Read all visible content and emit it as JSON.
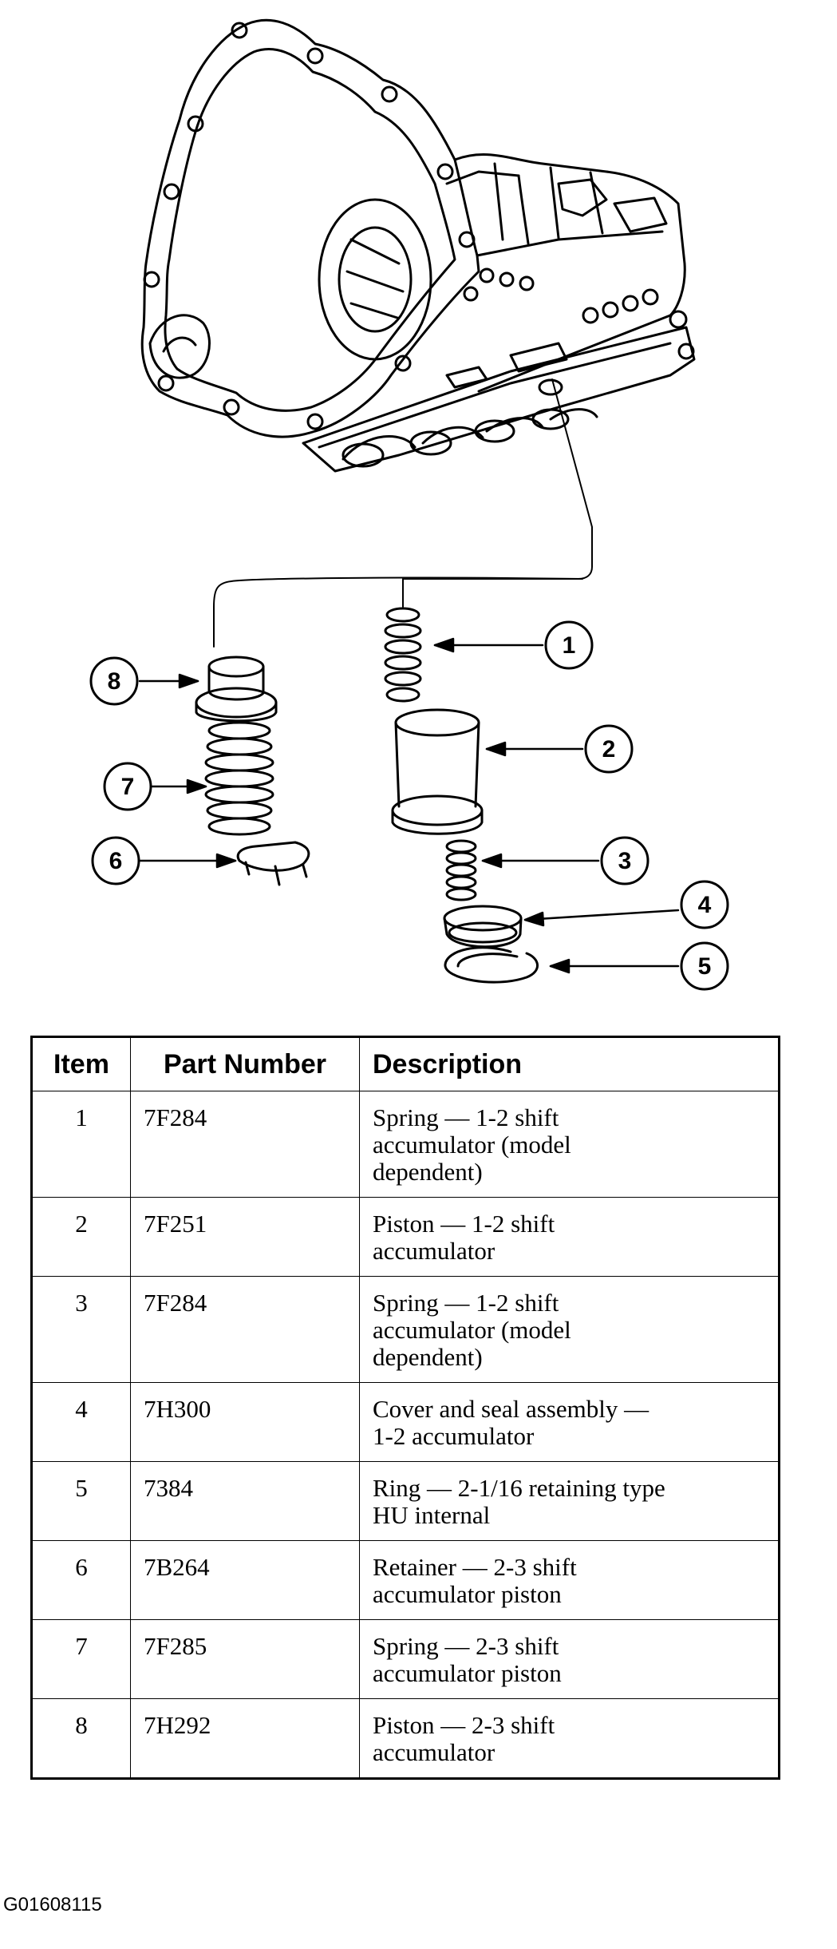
{
  "diagram": {
    "callouts": [
      "1",
      "2",
      "3",
      "4",
      "5",
      "6",
      "7",
      "8"
    ]
  },
  "table": {
    "headers": {
      "item": "Item",
      "part_number": "Part Number",
      "description": "Description"
    },
    "rows": [
      {
        "item": "1",
        "part_number": "7F284",
        "description_lines": [
          "Spring — 1-2 shift",
          "accumulator (model",
          "dependent)"
        ]
      },
      {
        "item": "2",
        "part_number": "7F251",
        "description_lines": [
          "Piston — 1-2 shift",
          "accumulator"
        ]
      },
      {
        "item": "3",
        "part_number": "7F284",
        "description_lines": [
          "Spring — 1-2 shift",
          "accumulator (model",
          "dependent)"
        ]
      },
      {
        "item": "4",
        "part_number": "7H300",
        "description_lines": [
          "Cover and seal assembly —",
          "1-2 accumulator"
        ]
      },
      {
        "item": "5",
        "part_number": "7384",
        "description_lines": [
          "Ring — 2-1/16 retaining type",
          "HU internal"
        ]
      },
      {
        "item": "6",
        "part_number": "7B264",
        "description_lines": [
          "Retainer — 2-3 shift",
          "accumulator piston"
        ]
      },
      {
        "item": "7",
        "part_number": "7F285",
        "description_lines": [
          "Spring — 2-3 shift",
          "accumulator piston"
        ]
      },
      {
        "item": "8",
        "part_number": "7H292",
        "description_lines": [
          "Piston — 2-3 shift",
          "accumulator"
        ]
      }
    ]
  },
  "figure_id": "G01608115"
}
